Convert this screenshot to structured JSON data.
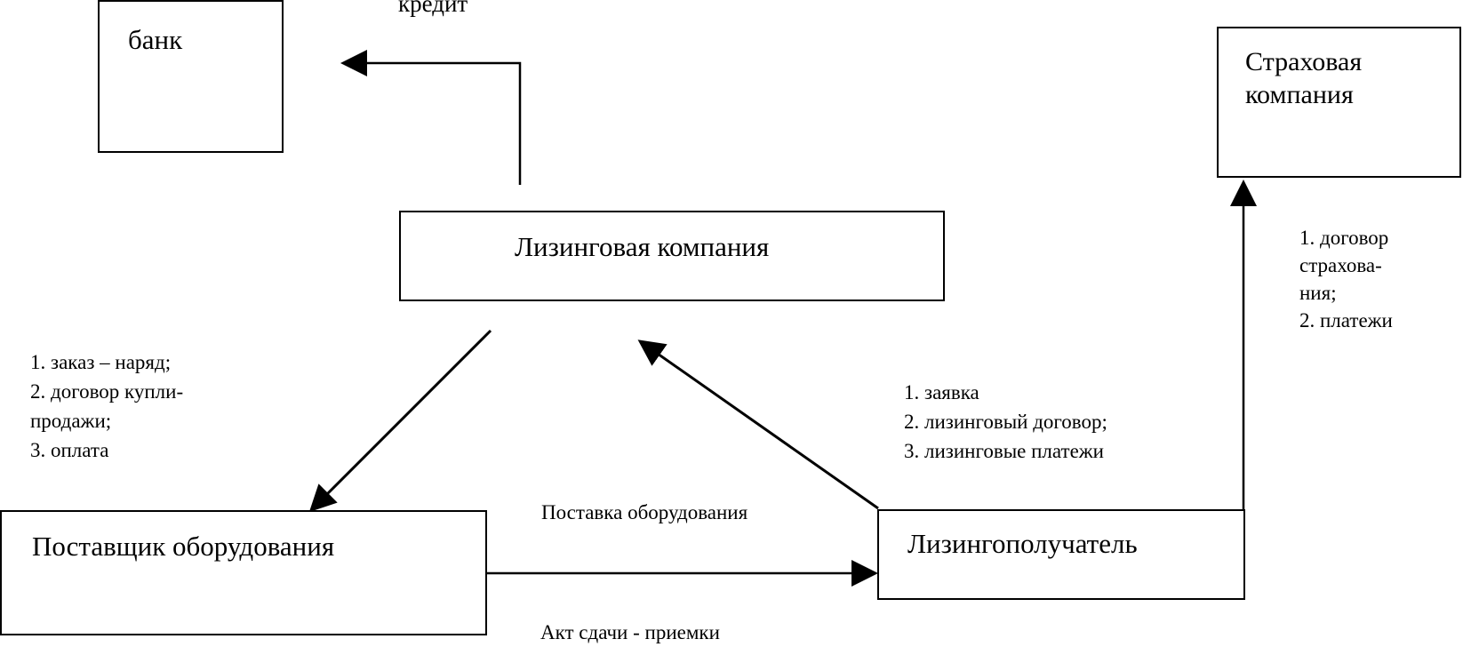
{
  "diagram": {
    "nodes": {
      "bank": {
        "label": "банк"
      },
      "insurance": {
        "label": "Страховая\nкомпания"
      },
      "leasing_company": {
        "label": "Лизинговая компания"
      },
      "supplier": {
        "label": "Поставщик оборудования"
      },
      "lessee": {
        "label": "Лизингополучатель"
      }
    },
    "edges": {
      "credit": {
        "from": "leasing_company",
        "to": "bank",
        "label": "кредит"
      },
      "supplier_relations": {
        "from": "leasing_company",
        "to": "supplier",
        "label": "1.  заказ – наряд;\n2.  договор купли-\nпродажи;\n3.  оплата"
      },
      "lessee_relations": {
        "from": "lessee",
        "to": "leasing_company",
        "label": "1.  заявка\n2.  лизинговый договор;\n3.  лизинговые платежи"
      },
      "insurance_relations": {
        "from": "lessee",
        "to": "insurance",
        "label": "1.  договор\nстрахова-\nния;\n2.  платежи"
      },
      "delivery": {
        "from": "supplier",
        "to": "lessee",
        "label": "Поставка оборудования"
      },
      "acceptance": {
        "label": "Акт сдачи - приемки"
      }
    }
  }
}
